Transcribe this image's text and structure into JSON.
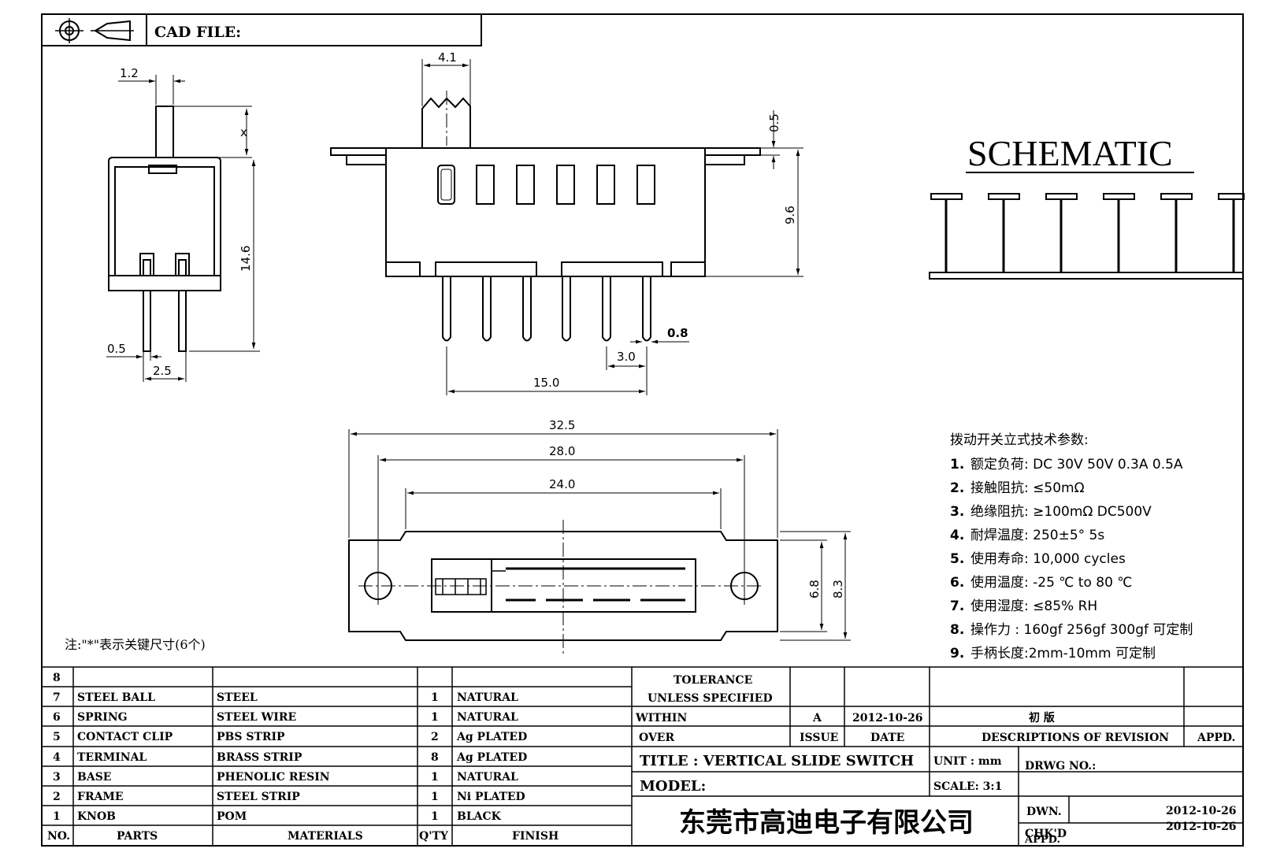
{
  "header": {
    "cad_file_label": "CAD FILE:"
  },
  "dimensions": {
    "side": {
      "pin_width_top": "1.2",
      "x_mark": "x",
      "height": "14.6",
      "pin_width": "0.5",
      "pin_pitch": "2.5"
    },
    "front": {
      "knob_width": "4.1",
      "thickness": "0.5",
      "body_height": "9.6",
      "pin_dia": "0.8",
      "pitch": "3.0",
      "span": "15.0"
    },
    "top": {
      "overall": "32.5",
      "hole_span": "28.0",
      "body": "24.0",
      "inner_height": "6.8",
      "outer_height": "8.3"
    }
  },
  "schematic": {
    "title": "SCHEMATIC"
  },
  "note": "注:\"*\"表示关键尺寸(6个)",
  "specs": {
    "heading": "拨动开关立式技术参数:",
    "items": [
      {
        "num": "1.",
        "text": "额定负荷: DC 30V    50V    0.3A    0.5A"
      },
      {
        "num": "2.",
        "text": "接触阻抗:  ≤50mΩ"
      },
      {
        "num": "3.",
        "text": "绝缘阻抗:  ≥100mΩ   DC500V"
      },
      {
        "num": "4.",
        "text": "耐焊温度: 250±5°  5s"
      },
      {
        "num": "5.",
        "text": "使用寿命: 10,000 cycles"
      },
      {
        "num": "6.",
        "text": "使用温度: -25  ℃  to 80  ℃"
      },
      {
        "num": "7.",
        "text": "使用湿度:  ≤85% RH"
      },
      {
        "num": "8.",
        "text": "操作力 : 160gf    256gf    300gf  可定制"
      },
      {
        "num": "9.",
        "text": "手柄长度:2mm-10mm   可定制"
      }
    ]
  },
  "bom": {
    "rows": [
      {
        "no": "8",
        "part": "",
        "material": "",
        "qty": "",
        "finish": ""
      },
      {
        "no": "7",
        "part": "STEEL BALL",
        "material": "STEEL",
        "qty": "1",
        "finish": "NATURAL"
      },
      {
        "no": "6",
        "part": "SPRING",
        "material": "STEEL WIRE",
        "qty": "1",
        "finish": "NATURAL"
      },
      {
        "no": "5",
        "part": "CONTACT CLIP",
        "material": "PBS STRIP",
        "qty": "2",
        "finish": "Ag PLATED"
      },
      {
        "no": "4",
        "part": "TERMINAL",
        "material": "BRASS STRIP",
        "qty": "8",
        "finish": "Ag PLATED"
      },
      {
        "no": "3",
        "part": "BASE",
        "material": "PHENOLIC RESIN",
        "qty": "1",
        "finish": "NATURAL"
      },
      {
        "no": "2",
        "part": "FRAME",
        "material": "STEEL STRIP",
        "qty": "1",
        "finish": "Ni PLATED"
      },
      {
        "no": "1",
        "part": "KNOB",
        "material": "POM",
        "qty": "1",
        "finish": "BLACK"
      }
    ],
    "headers": {
      "no": "NO.",
      "parts": "PARTS",
      "materials": "MATERIALS",
      "qty": "Q'TY",
      "finish": "FINISH"
    }
  },
  "title_block": {
    "tolerance": "TOLERANCE",
    "unless": "UNLESS   SPECIFIED",
    "within": "WITHIN",
    "over": "OVER",
    "rev_letter": "A",
    "rev_date": "2012-10-26",
    "rev_desc": "初  版",
    "issue": "ISSUE",
    "date": "DATE",
    "descriptions": "DESCRIPTIONS  OF  REVISION",
    "appd_head": "APPD.",
    "title": "TITLE :   VERTICAL  SLIDE  SWITCH",
    "unit": "UNIT :   mm",
    "drwg": "DRWG NO.:",
    "model": "MODEL:",
    "scale": "SCALE:   3:1",
    "dwn": "DWN.",
    "dwn_date": "2012-10-26",
    "chkd": "CHK'D",
    "appd": "APPD.",
    "chk_date": "2012-10-26",
    "company": "东莞市高迪电子有限公司"
  }
}
